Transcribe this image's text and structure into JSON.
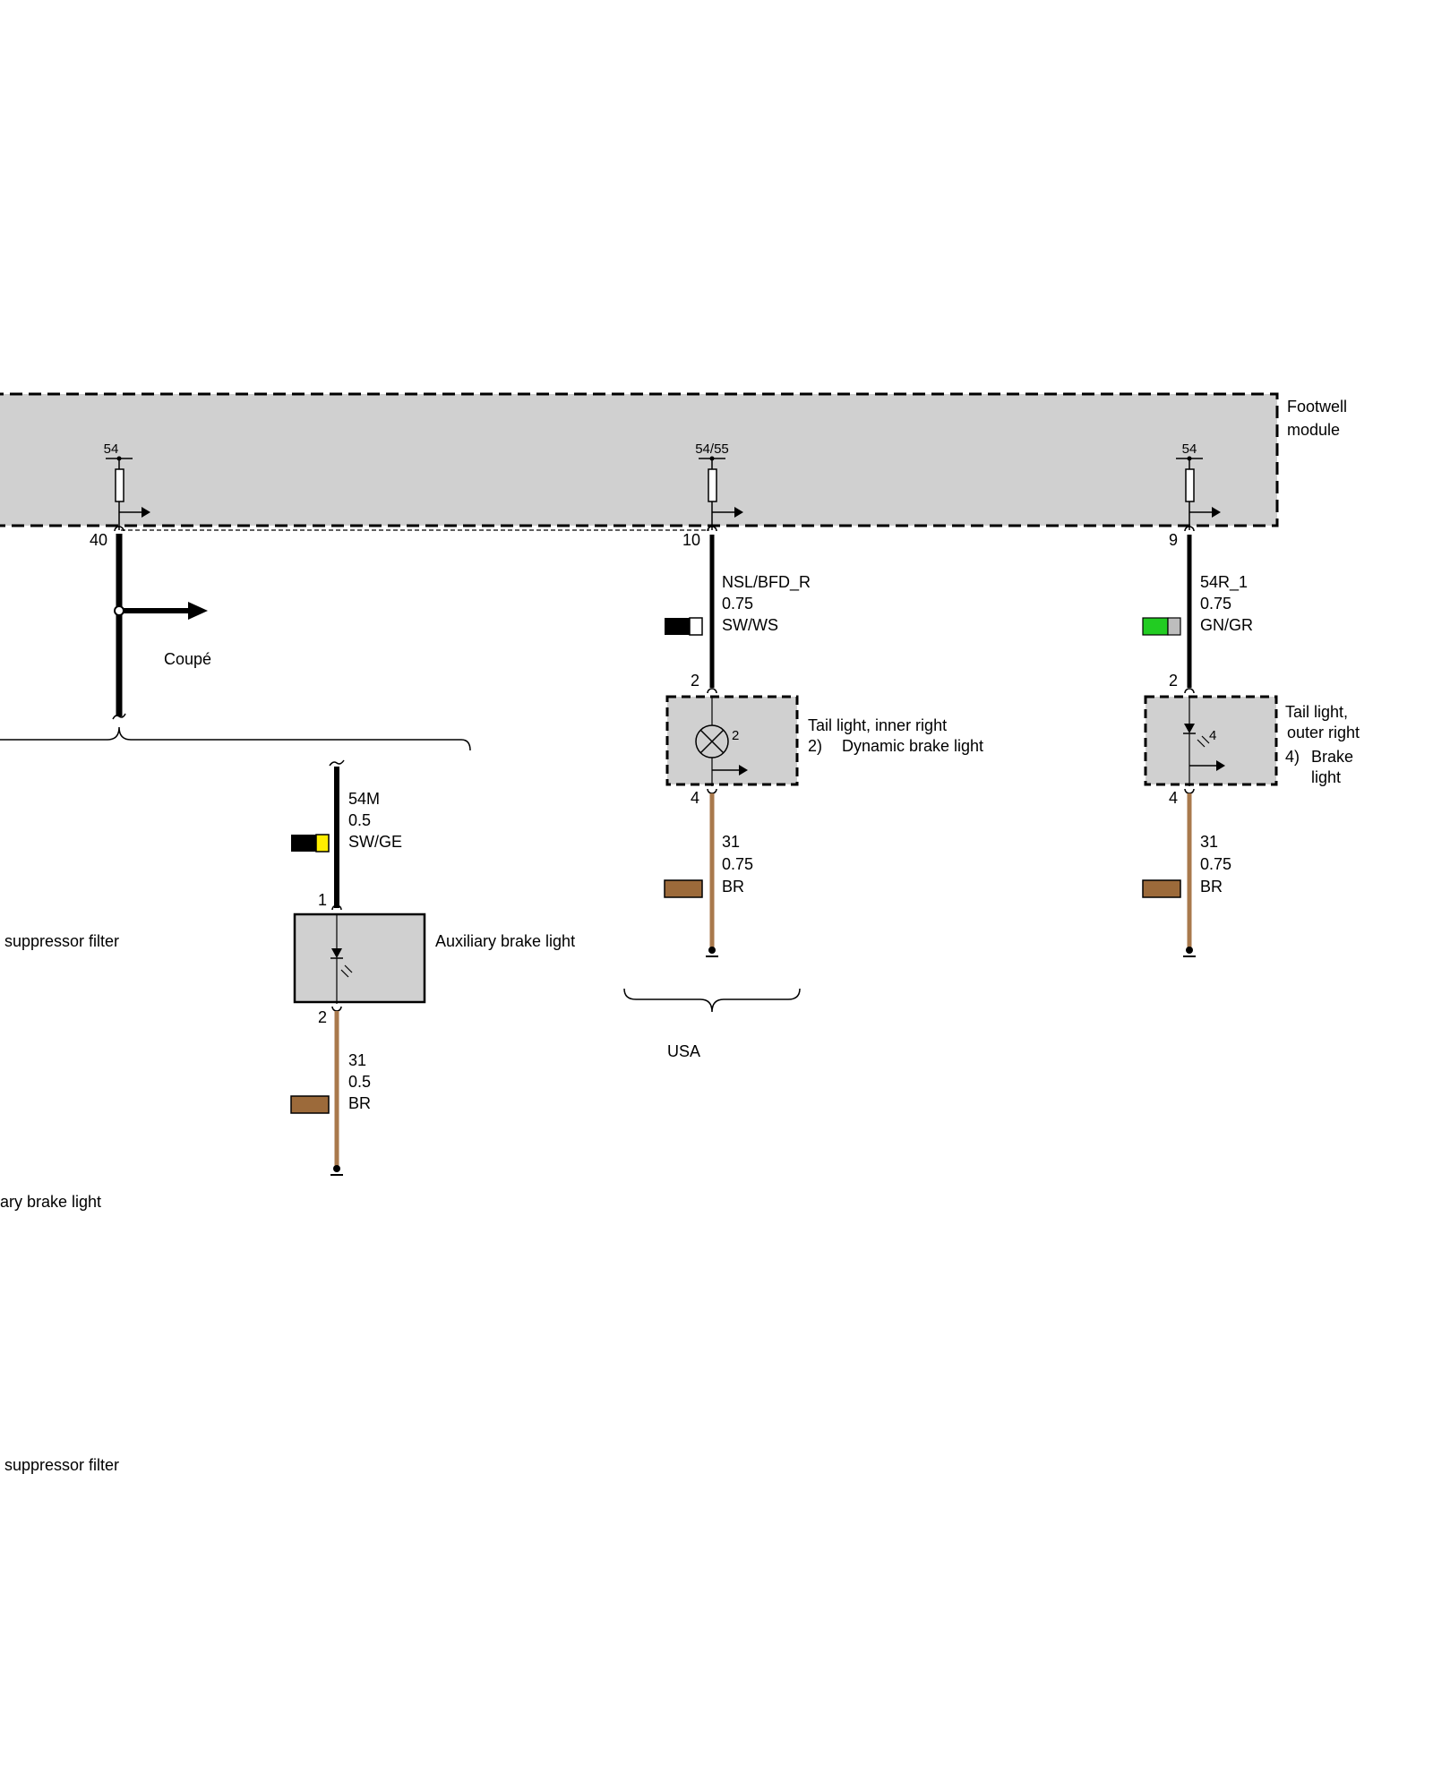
{
  "module": {
    "name_line1": "Footwell",
    "name_line2": "module",
    "fill": "#d0d0d0",
    "terminals": [
      {
        "supply": "54",
        "pin": "40"
      },
      {
        "supply": "54/55",
        "pin": "10"
      },
      {
        "supply": "54",
        "pin": "9"
      }
    ]
  },
  "coupe": {
    "label": "Coupé"
  },
  "wires": [
    {
      "circuit": "NSL/BFD_R",
      "size": "0.75",
      "color": "SW/WS",
      "swatch": [
        "#000000",
        "#ffffff"
      ]
    },
    {
      "circuit": "54R_1",
      "size": "0.75",
      "color": "GN/GR",
      "swatch": [
        "#22cc22",
        "#bdbdbd"
      ]
    },
    {
      "circuit": "54M",
      "size": "0.5",
      "color": "SW/GE",
      "swatch": [
        "#000000",
        "#ffee00"
      ]
    },
    {
      "circuit": "31",
      "size": "0.75",
      "color": "BR",
      "swatch": [
        "#9c6a3a",
        "#9c6a3a"
      ]
    },
    {
      "circuit": "31",
      "size": "0.75",
      "color": "BR",
      "swatch": [
        "#9c6a3a",
        "#9c6a3a"
      ]
    },
    {
      "circuit": "31",
      "size": "0.5",
      "color": "BR",
      "swatch": [
        "#9c6a3a",
        "#9c6a3a"
      ]
    }
  ],
  "components": {
    "tail_inner": {
      "line1": "Tail light, inner right",
      "line2_num": "2)",
      "line2_text": "Dynamic brake light",
      "pin_top": "2",
      "pin_bottom": "4",
      "inner_pin": "2"
    },
    "tail_outer": {
      "line1": "Tail light,",
      "line2": "outer right",
      "line3_num": "4)",
      "line3_text": "Brake",
      "line4": "light",
      "pin_top": "2",
      "pin_bottom": "4",
      "inner_pin": "4"
    },
    "aux_brake": {
      "label": "Auxiliary brake light",
      "pin_top": "1",
      "pin_bottom": "2"
    }
  },
  "usa": {
    "label": "USA"
  },
  "side_labels": {
    "suppressor_1": "suppressor filter",
    "aux_partial": "ary brake light",
    "suppressor_2": "suppressor filter"
  },
  "colors": {
    "wire_black": "#000000",
    "wire_brown": "#a9794c"
  }
}
